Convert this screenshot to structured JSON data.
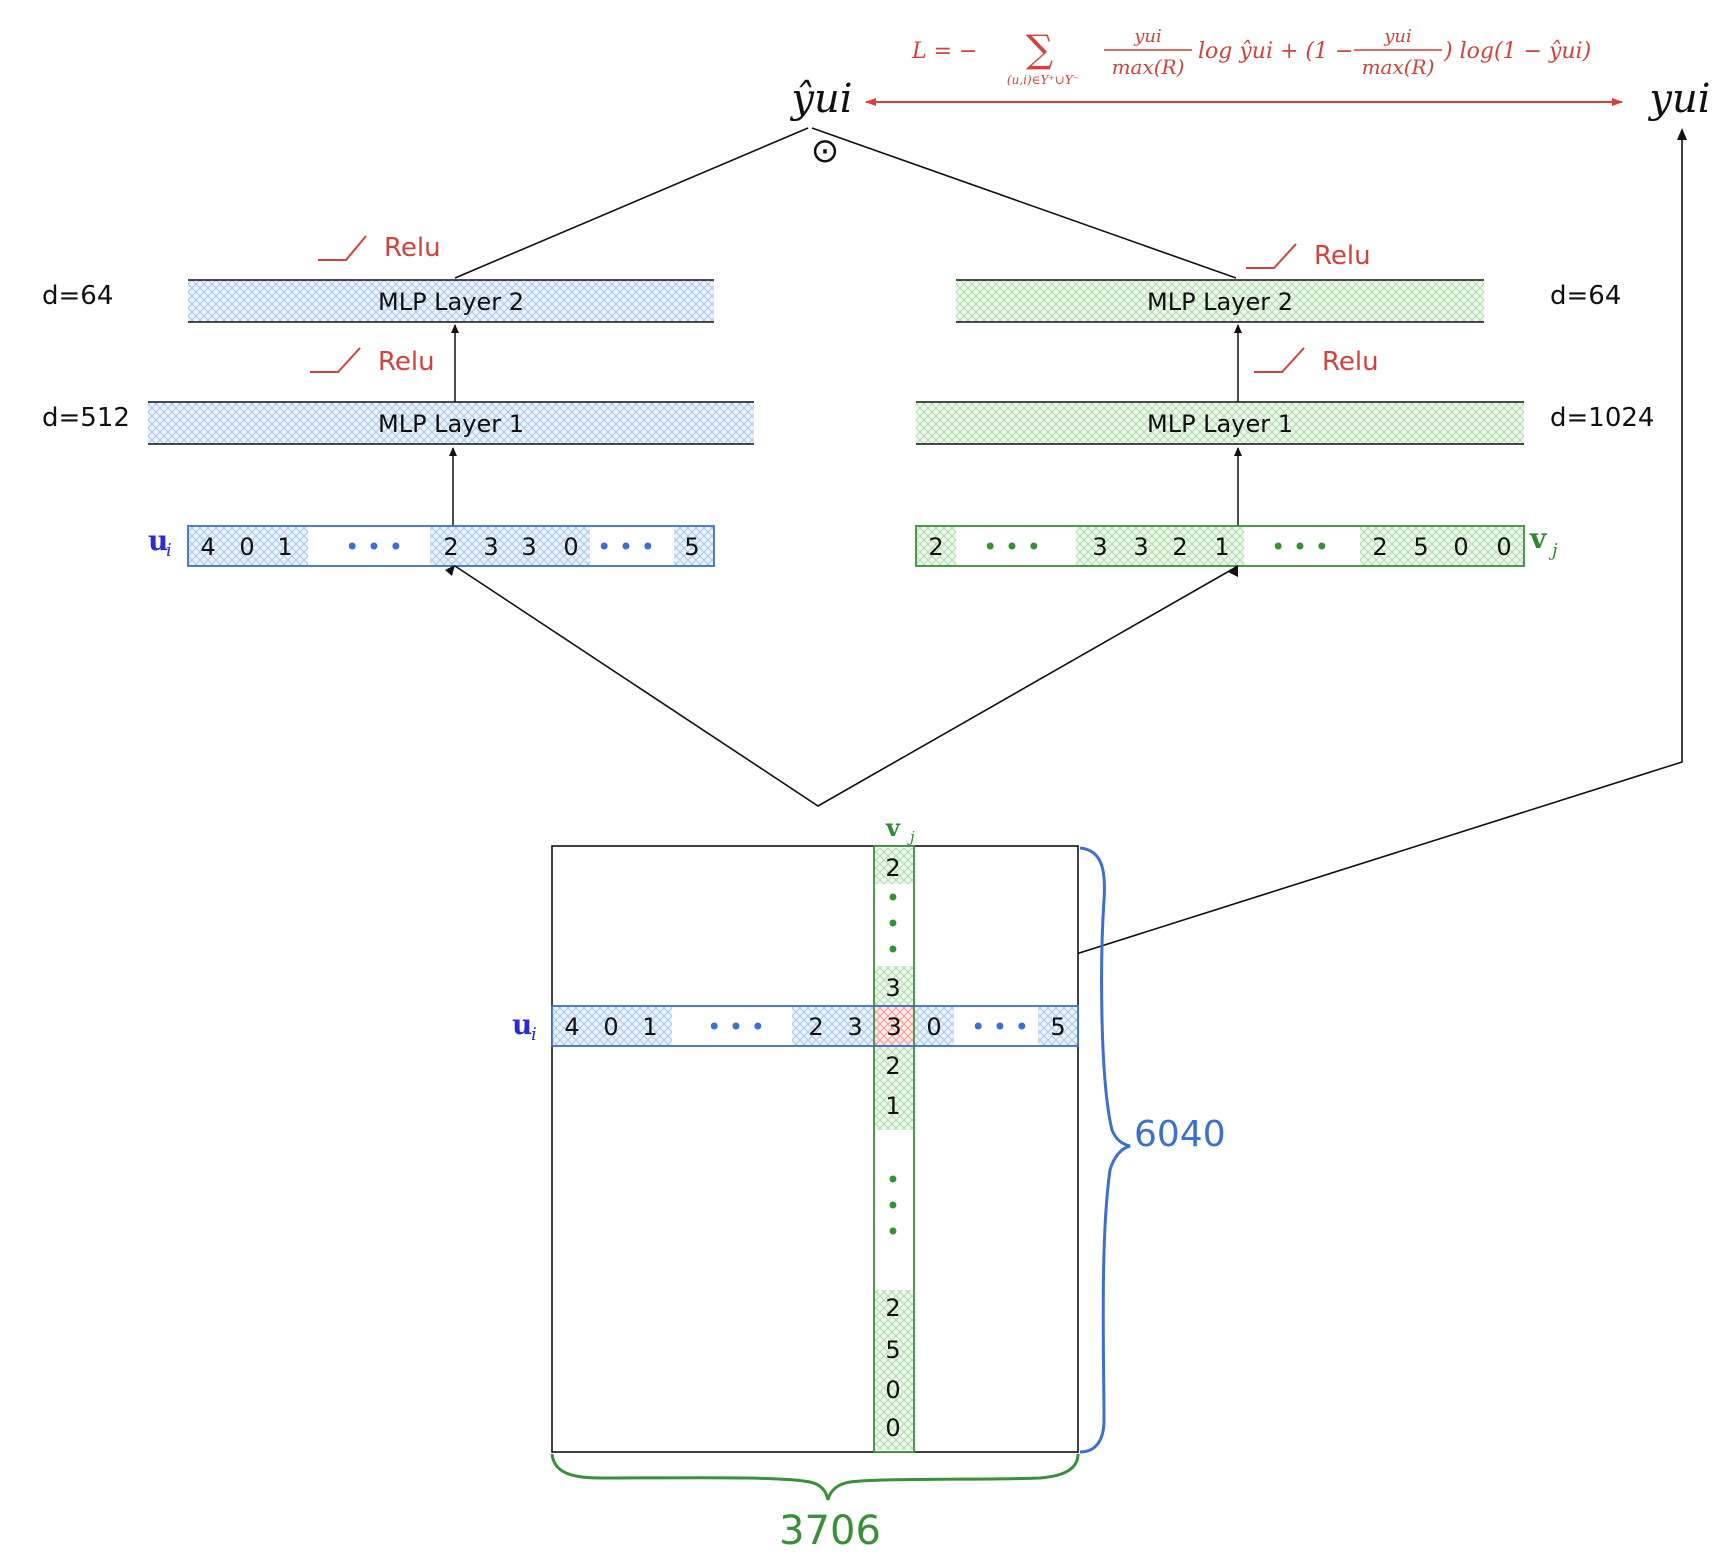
{
  "formula": {
    "lhs": "L = −",
    "sum_symbol": "∑",
    "sum_index": "(u,i)∈Y⁺∪Y⁻",
    "frac1_num": "yui",
    "frac1_den": "max(R)",
    "mid": "log ŷui + (1 −",
    "frac2_num": "yui",
    "frac2_den": "max(R)",
    "tail": ") log(1 − ŷui)"
  },
  "prediction": {
    "label": "ŷui",
    "hadamard_symbol": "⊙"
  },
  "target": {
    "label": "yui"
  },
  "user_tower": {
    "vector_label": "u",
    "vector_subscript": "i",
    "vector_cells": [
      "4",
      "0",
      "1",
      "• • •",
      "2",
      "3",
      "3",
      "0",
      "• • •",
      "5"
    ],
    "layer1": {
      "label": "MLP Layer 1",
      "dim": "d=512",
      "activation": "Relu"
    },
    "layer2": {
      "label": "MLP Layer 2",
      "dim": "d=64",
      "activation": "Relu"
    }
  },
  "item_tower": {
    "vector_label": "v",
    "vector_subscript": "j",
    "vector_cells": [
      "2",
      "• • •",
      "3",
      "3",
      "2",
      "1",
      "• • •",
      "2",
      "5",
      "0",
      "0"
    ],
    "layer1": {
      "label": "MLP Layer 1",
      "dim": "d=1024",
      "activation": "Relu"
    },
    "layer2": {
      "label": "MLP Layer 2",
      "dim": "d=64",
      "activation": "Relu"
    }
  },
  "matrix": {
    "row_label": "u",
    "row_subscript": "i",
    "col_label": "v",
    "col_subscript": "j",
    "row_cells": [
      "4",
      "0",
      "1",
      "• • •",
      "2",
      "3",
      "3",
      "0",
      "• • •",
      "5"
    ],
    "col_cells": [
      "2",
      "•",
      "•",
      "•",
      "3",
      "3",
      "2",
      "1",
      "•",
      "•",
      "•",
      "2",
      "5",
      "0",
      "0"
    ],
    "rows_count": "6040",
    "cols_count": "3706"
  },
  "colors": {
    "user": "#3b6fd0",
    "item": "#3a8f3a",
    "accent": "#d2413a",
    "line": "#111111"
  }
}
